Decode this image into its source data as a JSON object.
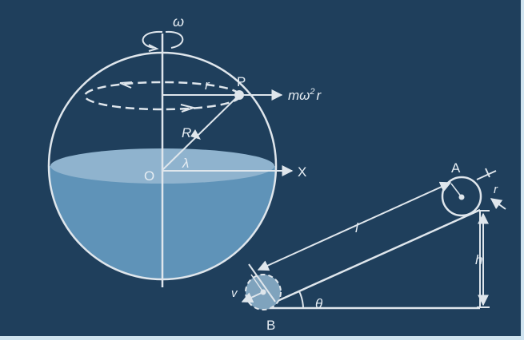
{
  "colors": {
    "background": "#1f3f5c",
    "border": "#cfe3ef",
    "line": "#dfe6ec",
    "water": "#5f93b8",
    "water_surface": "#8fb3ce",
    "ball_fill": "#7fa3bd"
  },
  "sphere_figure": {
    "omega_label": "ω",
    "radius_label": "r",
    "point_label": "P",
    "force_label_main": "mω",
    "force_label_exp": "2",
    "force_label_tail": "r",
    "big_radius_label": "R",
    "center_label": "O",
    "angle_label": "λ",
    "x_axis_label": "X"
  },
  "incline_figure": {
    "top_point_label": "A",
    "ball_radius_label": "r",
    "length_label": "l",
    "height_label": "h",
    "angle_label": "θ",
    "velocity_label": "v",
    "bottom_point_label": "B"
  }
}
